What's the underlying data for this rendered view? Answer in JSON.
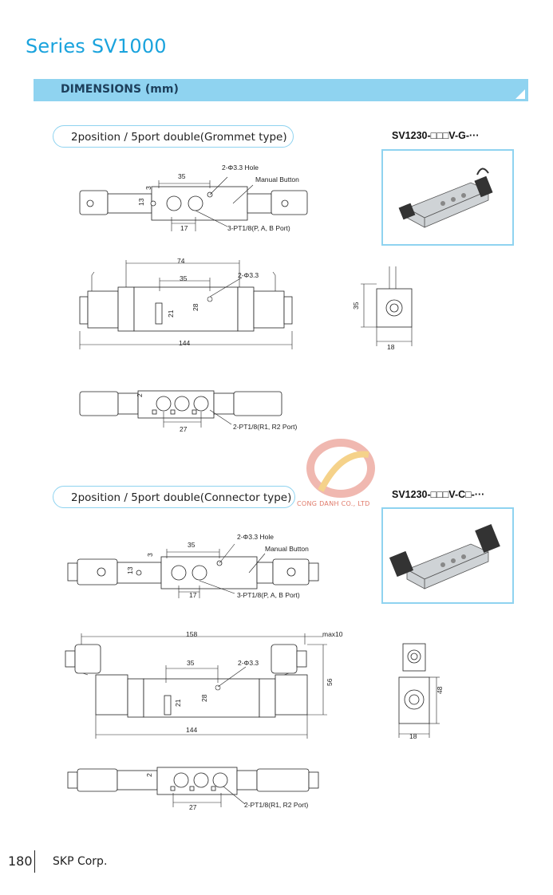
{
  "page": {
    "series_title": "Series SV1000",
    "dimensions_heading": "DIMENSIONS (mm)",
    "page_number": "180",
    "company": "SKP Corp.",
    "accent_color": "#1aa3dd",
    "bar_color": "#8fd3f0"
  },
  "watermark": {
    "text": "CONG DANH CO., LTD"
  },
  "grommet": {
    "heading": "2position / 5port double(Grommet type)",
    "model": "SV1230-□□□V-G-···",
    "top_view": {
      "dim_35": "35",
      "dim_3": "3",
      "dim_13": "13",
      "dim_17": "17",
      "hole": "2-Φ3.3 Hole",
      "manual": "Manual Button",
      "port": "3-PT1/8(P, A, B Port)"
    },
    "front_view": {
      "dim_74": "74",
      "dim_35": "35",
      "hole": "2-Φ3.3",
      "dim_21": "21",
      "dim_28": "28",
      "dim_144": "144"
    },
    "side_view": {
      "dim_35": "35",
      "dim_18": "18"
    },
    "bottom_view": {
      "dim_2": "2",
      "dim_27": "27",
      "port": "2-PT1/8(R1, R2 Port)"
    }
  },
  "connector": {
    "heading": "2position / 5port double(Connector type)",
    "model": "SV1230-□□□V-C□-···",
    "top_view": {
      "dim_35": "35",
      "dim_3": "3",
      "dim_13": "13",
      "dim_17": "17",
      "hole": "2-Φ3.3 Hole",
      "manual": "Manual Button",
      "port": "3-PT1/8(P, A, B Port)"
    },
    "front_view": {
      "dim_158": "158",
      "max10": "max10",
      "dim_35": "35",
      "hole": "2-Φ3.3",
      "dim_21": "21",
      "dim_28": "28",
      "dim_56": "56",
      "dim_144": "144"
    },
    "side_view": {
      "dim_48": "48",
      "dim_18": "18"
    },
    "bottom_view": {
      "dim_2": "2",
      "dim_27": "27",
      "port": "2-PT1/8(R1, R2 Port)"
    }
  }
}
